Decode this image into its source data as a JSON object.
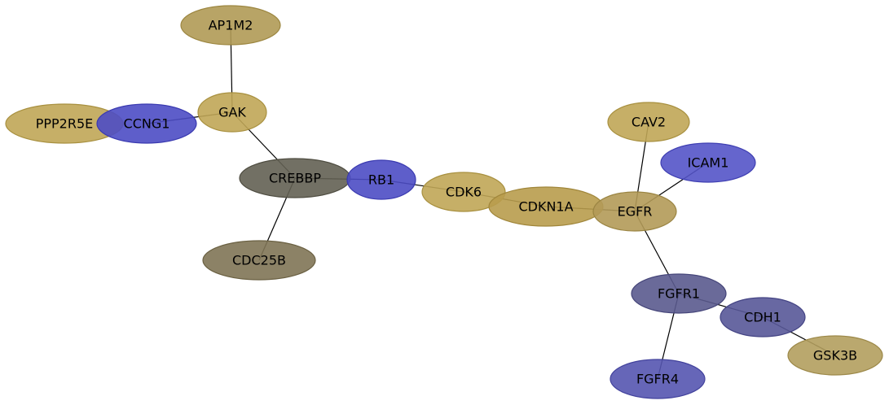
{
  "nodes": [
    {
      "id": "AP1M2",
      "label": "AP1M2",
      "fill": "#B09A55",
      "stroke": "#9C8640"
    },
    {
      "id": "GAK",
      "label": "GAK",
      "fill": "#C0A656",
      "stroke": "#A8903F"
    },
    {
      "id": "PPP2R5E",
      "label": "PPP2R5E",
      "fill": "#C0A656",
      "stroke": "#A8903F"
    },
    {
      "id": "CCNG1",
      "label": "CCNG1",
      "fill": "#4D4DC4",
      "stroke": "#3A3AB0"
    },
    {
      "id": "CREBBP",
      "label": "CREBBP",
      "fill": "#636153",
      "stroke": "#4E4C40"
    },
    {
      "id": "RB1",
      "label": "RB1",
      "fill": "#4D4DC4",
      "stroke": "#3A3AB0"
    },
    {
      "id": "CDC25B",
      "label": "CDC25B",
      "fill": "#7F7455",
      "stroke": "#6A6042"
    },
    {
      "id": "CDK6",
      "label": "CDK6",
      "fill": "#C0A656",
      "stroke": "#A8903F"
    },
    {
      "id": "CDKN1A",
      "label": "CDKN1A",
      "fill": "#B89C4C",
      "stroke": "#A0863A"
    },
    {
      "id": "EGFR",
      "label": "EGFR",
      "fill": "#B29A58",
      "stroke": "#9A8442"
    },
    {
      "id": "CAV2",
      "label": "CAV2",
      "fill": "#C0A656",
      "stroke": "#A8903F"
    },
    {
      "id": "ICAM1",
      "label": "ICAM1",
      "fill": "#5454C8",
      "stroke": "#3F3FB2"
    },
    {
      "id": "FGFR1",
      "label": "FGFR1",
      "fill": "#5A5A8E",
      "stroke": "#46467A"
    },
    {
      "id": "CDH1",
      "label": "CDH1",
      "fill": "#585898",
      "stroke": "#444484"
    },
    {
      "id": "GSK3B",
      "label": "GSK3B",
      "fill": "#B39E5E",
      "stroke": "#9C8848"
    },
    {
      "id": "FGFR4",
      "label": "FGFR4",
      "fill": "#5555B0",
      "stroke": "#42429C"
    }
  ],
  "edges": [
    [
      "AP1M2",
      "GAK"
    ],
    [
      "GAK",
      "CCNG1"
    ],
    [
      "GAK",
      "CREBBP"
    ],
    [
      "CREBBP",
      "RB1"
    ],
    [
      "CREBBP",
      "CDC25B"
    ],
    [
      "RB1",
      "CDK6"
    ],
    [
      "CDK6",
      "CDKN1A"
    ],
    [
      "CDKN1A",
      "EGFR"
    ],
    [
      "EGFR",
      "CAV2"
    ],
    [
      "EGFR",
      "ICAM1"
    ],
    [
      "EGFR",
      "FGFR1"
    ],
    [
      "FGFR1",
      "CDH1"
    ],
    [
      "FGFR1",
      "FGFR4"
    ],
    [
      "CDH1",
      "GSK3B"
    ]
  ]
}
